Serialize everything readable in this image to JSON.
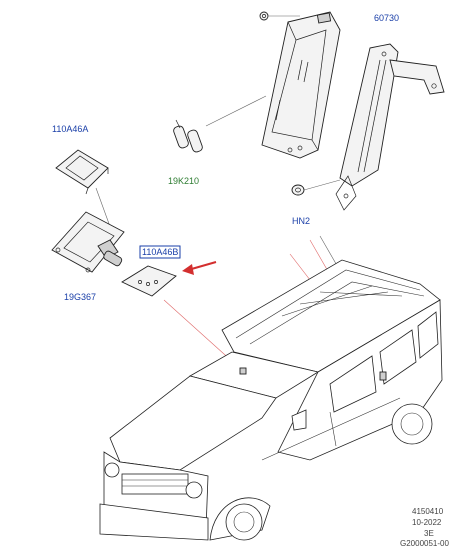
{
  "labels": {
    "part_60730": "60730",
    "part_110a46a": "110A46A",
    "part_19k210": "19K210",
    "part_hn2": "HN2",
    "part_110a46b": "110A46B",
    "part_19g367": "19G367"
  },
  "footer": {
    "line1": "4150410",
    "line2": "10-2022",
    "line3": "3E",
    "line4": "G2000051-00"
  },
  "colors": {
    "label_blue": "#1a3fa8",
    "label_green": "#2e7d32",
    "arrow_red": "#d32f2f",
    "leader_red": "#e06a6a",
    "line_dark": "#222222"
  },
  "icons": {
    "arrow": "red-arrow-icon"
  }
}
